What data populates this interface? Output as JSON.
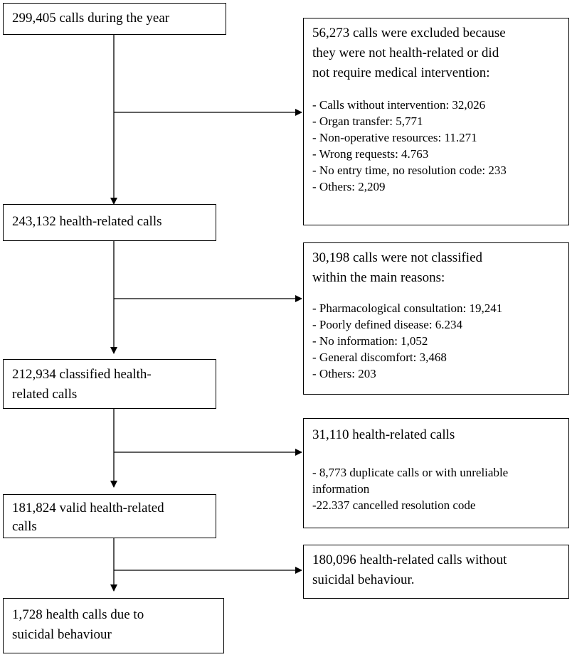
{
  "main_boxes": [
    {
      "lines": [
        "299,405 calls during the year"
      ]
    },
    {
      "lines": [
        "243,132 health-related calls"
      ]
    },
    {
      "lines": [
        "212,934 classified health-",
        "related calls"
      ]
    },
    {
      "lines": [
        "181,824 valid health-related",
        "calls"
      ]
    },
    {
      "lines": [
        "1,728 health calls due to",
        "suicidal behaviour"
      ]
    }
  ],
  "side_boxes": [
    {
      "title": [
        "56,273 calls were excluded because",
        "they were not health-related or did",
        "not require medical intervention:"
      ],
      "items": [
        "- Calls without intervention: 32,026",
        "- Organ transfer: 5,771",
        "- Non-operative resources: 11.271",
        "- Wrong requests: 4.763",
        "- No entry time, no resolution code: 233",
        " - Others: 2,209"
      ]
    },
    {
      "title": [
        "30,198 calls were not classified",
        "within the main reasons:"
      ],
      "items": [
        "- Pharmacological consultation: 19,241",
        "- Poorly defined disease: 6.234",
        "- No information: 1,052",
        "- General discomfort: 3,468",
        " - Others: 203"
      ]
    },
    {
      "title": [
        "31,110 health-related calls"
      ],
      "items": [
        "- 8,773 duplicate calls or with unreliable",
        "information",
        " -22.337 cancelled resolution code"
      ]
    },
    {
      "title": [
        "180,096 health-related calls without",
        "suicidal behaviour."
      ],
      "items": []
    }
  ]
}
